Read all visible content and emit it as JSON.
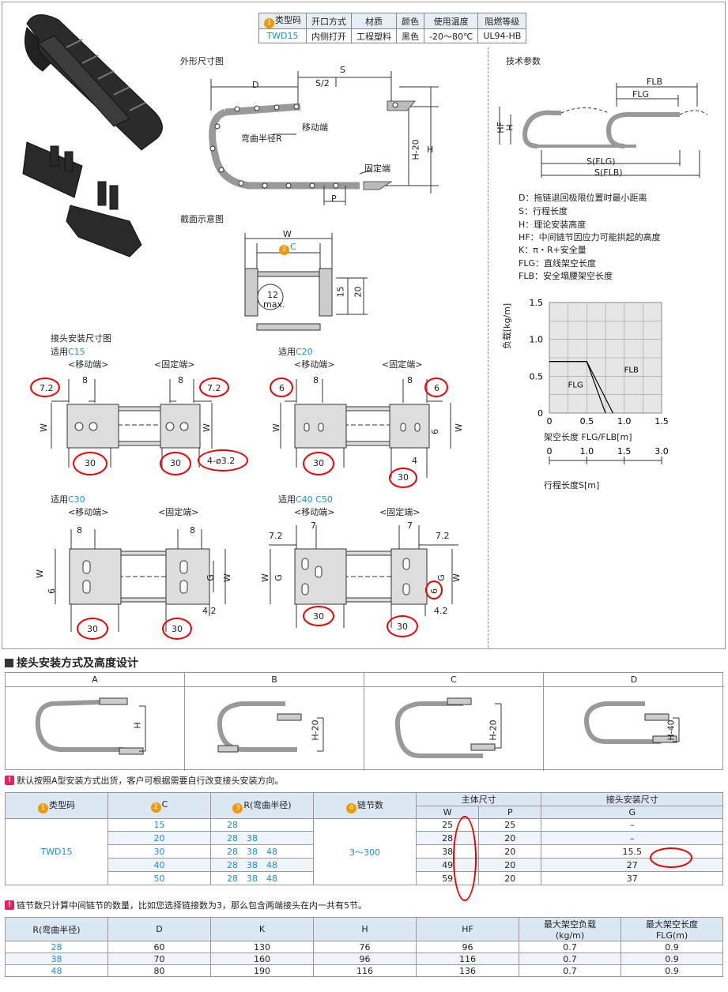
{
  "type_table": {
    "headers": [
      "类型码",
      "开口方式",
      "材质",
      "颜色",
      "使用温度",
      "阻燃等级"
    ],
    "header_index": "1",
    "values": [
      "TWD15",
      "内侧打开",
      "工程塑料",
      "黑色",
      "-20～80℃",
      "UL94-HB"
    ]
  },
  "outline": {
    "title": "外形尺寸图",
    "D": "D",
    "S2": "S/2",
    "S": "S",
    "H20": "H-20",
    "H": "H",
    "P": "P",
    "bend": "弯曲半径R",
    "moving": "移动端",
    "fixed": "固定端"
  },
  "section": {
    "title": "截面示意图",
    "W": "W",
    "C": "C",
    "C_index": "2",
    "max12": "12",
    "max": "max.",
    "d15": "15",
    "d20": "20"
  },
  "joint": {
    "title": "接头安装尺寸图",
    "c15": {
      "apply": "适用",
      "code": "C15",
      "moving": "<移动端>",
      "fixed": "<固定端>",
      "a": "7.2",
      "b": "8",
      "c": "8",
      "d": "7.2",
      "w1": "W",
      "w2": "W",
      "e": "30",
      "f": "30",
      "g": "4-ø3.2"
    },
    "c20": {
      "apply": "适用",
      "code": "C20",
      "moving": "<移动端>",
      "fixed": "<固定端>",
      "a": "6",
      "b": "8",
      "c": "8",
      "d": "6",
      "w1": "W",
      "w2": "W",
      "h": "6",
      "e": "30",
      "f": "4",
      "g": "30"
    },
    "c30": {
      "apply": "适用",
      "code": "C30",
      "moving": "<移动端>",
      "fixed": "<固定端>",
      "b": "8",
      "c": "8",
      "w1": "W",
      "six": "6",
      "G": "G",
      "w2": "W",
      "e": "30",
      "f": "4.2",
      "g": "30"
    },
    "c40": {
      "apply": "适用",
      "code": "C40  C50",
      "moving": "<移动端>",
      "fixed": "<固定端>",
      "a": "7.2",
      "b": "7",
      "c": "7",
      "d": "7.2",
      "w1": "W",
      "G1": "G",
      "G2": "G",
      "w2": "W",
      "six": "6",
      "e": "30",
      "f": "4.2",
      "g": "30"
    }
  },
  "tech": {
    "title": "技术参数",
    "FLB": "FLB",
    "FLG": "FLG",
    "HF": "HF",
    "H": "H",
    "SFLG": "S(FLG)",
    "SFLB": "S(FLB)",
    "legend": [
      "D：拖链退回极限位置时最小距离",
      "S：行程长度",
      "H：理论安装高度",
      "HF：中间链节因应力可能拱起的高度",
      "K：π・R+安全量",
      "FLG：直线架空长度",
      "FLB：安全塌腰架空长度"
    ]
  },
  "chart_data": {
    "type": "line",
    "ylabel": "负载[kg/m]",
    "xlabel": "架空长度 FLG/FLB[m]",
    "xlim": [
      0,
      1.5
    ],
    "ylim": [
      0,
      1.5
    ],
    "xticks": [
      "0",
      "0.5",
      "1.0",
      "1.5"
    ],
    "yticks": [
      "0",
      "0.5",
      "1.0",
      "1.5"
    ],
    "grid": true,
    "series": [
      {
        "name": "FLG",
        "x": [
          0,
          0.5,
          0.75
        ],
        "y": [
          0.7,
          0.7,
          0
        ]
      },
      {
        "name": "FLB",
        "x": [
          0,
          0.5,
          0.85
        ],
        "y": [
          0.7,
          0.7,
          0
        ]
      }
    ],
    "x2_label": "行程长度S[m]",
    "x2_ticks": [
      "0",
      "1.0",
      "1.5",
      "3.0"
    ]
  },
  "install": {
    "title": "接头安装方式及高度设计",
    "cols": [
      "A",
      "B",
      "C",
      "D"
    ],
    "labels": [
      "H",
      "H-20",
      "H-20",
      "H-40"
    ],
    "note": "默认按照A型安装方式出货，客户可根据需要自行改变接头安装方向。"
  },
  "spec": {
    "h_type": "类型码",
    "h_type_idx": "1",
    "h_c": "C",
    "h_c_idx": "2",
    "h_r": "R(弯曲半径)",
    "h_r_idx": "3",
    "h_n": "链节数",
    "h_n_idx": "4",
    "h_main": "主体尺寸",
    "h_joint": "接头安装尺寸",
    "h_w": "W",
    "h_p": "P",
    "h_g": "G",
    "type": "TWD15",
    "n": "3～300",
    "rows": [
      {
        "c": "15",
        "r": "28",
        "w": "25",
        "p": "25",
        "g": "–"
      },
      {
        "c": "20",
        "r": "28　38",
        "w": "28",
        "p": "20",
        "g": "–"
      },
      {
        "c": "30",
        "r": "28　38　48",
        "w": "38",
        "p": "20",
        "g": "15.5"
      },
      {
        "c": "40",
        "r": "28　38　48",
        "w": "49",
        "p": "20",
        "g": "27"
      },
      {
        "c": "50",
        "r": "28　38　48",
        "w": "59",
        "p": "20",
        "g": "37"
      }
    ],
    "note": "链节数只计算中间链节的数量，比如您选择链接数为3，那么包含两端接头在内一共有5节。"
  },
  "spec2": {
    "headers": [
      "R(弯曲半径)",
      "D",
      "K",
      "H",
      "HF",
      "最大架空负载\n(kg/m)",
      "最大架空长度\nFLG(m)"
    ],
    "rows": [
      [
        "28",
        "60",
        "130",
        "76",
        "96",
        "0.7",
        "0.9"
      ],
      [
        "38",
        "70",
        "160",
        "96",
        "116",
        "0.7",
        "0.9"
      ],
      [
        "48",
        "80",
        "190",
        "116",
        "136",
        "0.7",
        "0.9"
      ]
    ]
  }
}
